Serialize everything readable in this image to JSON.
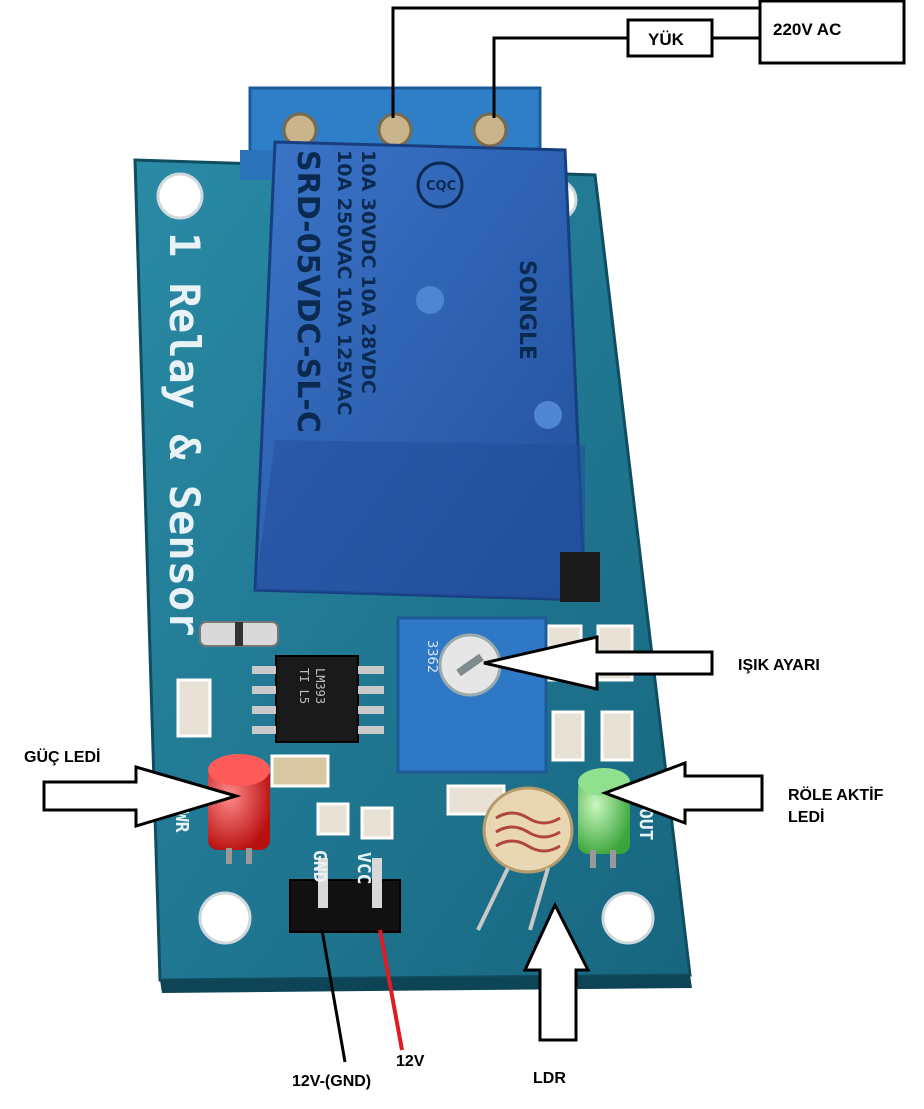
{
  "labels": {
    "power_source": "220V AC",
    "load": "YÜK",
    "light_adjust": "IŞIK AYARI",
    "power_led": "GÜÇ LEDİ",
    "relay_active_led_line1": "RÖLE AKTİF",
    "relay_active_led_line2": "LEDİ",
    "ldr": "LDR",
    "gnd": "12V-(GND)",
    "vcc": "12V"
  },
  "board": {
    "title": "1 Relay & Sensor",
    "pin_gnd": "GND",
    "pin_vcc": "VCC",
    "pwr_mark": "PWR",
    "out_mark": "OUT",
    "ic_line1": "LM393",
    "ic_line2": "TI L5",
    "pot_code": "3362"
  },
  "relay": {
    "line1": "SRD-05VDC-SL-C",
    "line2": "10A 250VAC  10A 125VAC",
    "line3": "10A 30VDC  10A 28VDC",
    "brand": "SONGLE",
    "cert": "CQC"
  },
  "colors": {
    "pcb": "#1f7a94",
    "relay": "#2f64b8",
    "terminal": "#2e7ec8",
    "wire_black": "#000000",
    "wire_red": "#e01b24",
    "led_red": "#d81c1c",
    "led_green": "#4ec24e"
  },
  "icons": {
    "arrow": "outlined-block-arrow"
  }
}
